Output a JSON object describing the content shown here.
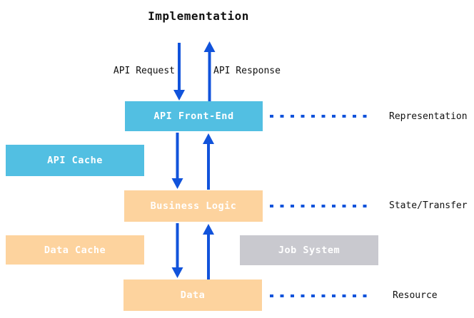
{
  "diagram": {
    "title": "Implementation",
    "arrow_labels": {
      "request": "API Request",
      "response": "API Response"
    },
    "boxes": {
      "api_front_end": {
        "label": "API Front-End"
      },
      "api_cache": {
        "label": "API Cache"
      },
      "business_logic": {
        "label": "Business Logic"
      },
      "data_cache": {
        "label": "Data Cache"
      },
      "job_system": {
        "label": "Job System"
      },
      "data": {
        "label": "Data"
      }
    },
    "layer_labels": {
      "representation": "Representation",
      "state_transfer": "State/Transfer",
      "resource": "Resource"
    },
    "colors": {
      "arrow_blue": "#1153DB",
      "cyan": "#52BFE2",
      "peach": "#FDD39E",
      "gray": "#C9C9CF",
      "box_text": "#FFFFFF",
      "label_text": "#111111"
    }
  }
}
